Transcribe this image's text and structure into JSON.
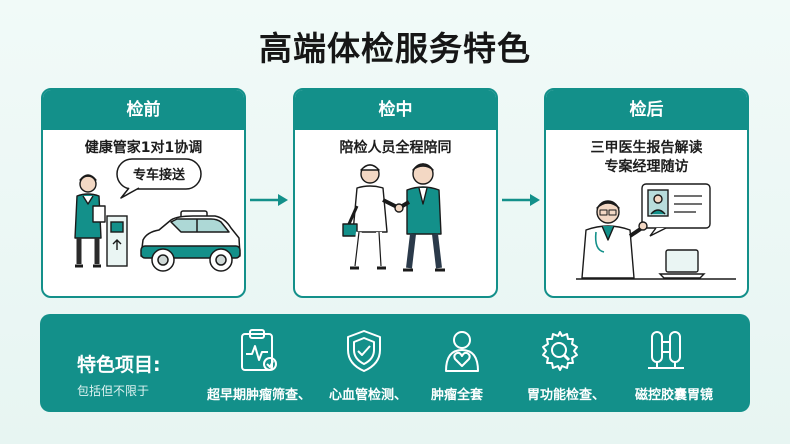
{
  "page": {
    "title": "高端体检服务特色"
  },
  "stages": [
    {
      "head": "检前",
      "lines": [
        "健康管家1对1协调"
      ],
      "bubble": "专车接送"
    },
    {
      "head": "检中",
      "lines": [
        "陪检人员全程陪同"
      ]
    },
    {
      "head": "检后",
      "lines": [
        "三甲医生报告解读",
        "专案经理随访"
      ]
    }
  ],
  "features": {
    "title": "特色项目:",
    "subtitle": "包括但不限于",
    "items": [
      "超早期肿瘤筛查、",
      "心血管检测、",
      "肿瘤全套",
      "胃功能检查、",
      "磁控胶囊胃镜"
    ]
  },
  "colors": {
    "teal": "#13908a",
    "background": "#eef8f6"
  },
  "icons": [
    "clipboard-heart-icon",
    "shield-check-icon",
    "person-heart-icon",
    "stomach-scan-icon",
    "capsule-endoscope-icon"
  ]
}
